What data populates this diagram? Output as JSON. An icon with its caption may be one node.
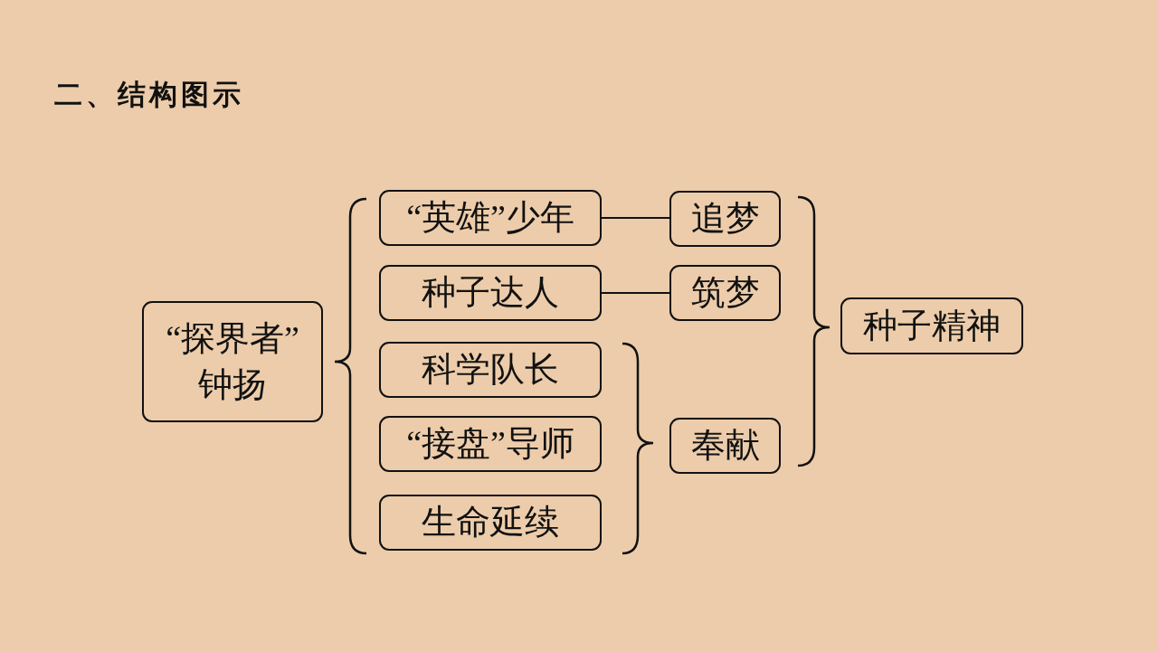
{
  "diagram": {
    "title": "二、结构图示",
    "nodes": [
      {
        "text": [
          "“探界者”钟扬"
        ]
      },
      {
        "text": [
          "“英雄”少年"
        ]
      },
      {
        "text": [
          "种子达人"
        ]
      },
      {
        "text": [
          "科学队长"
        ]
      },
      {
        "text": [
          "“接盘”导师"
        ]
      },
      {
        "text": [
          "生命延续"
        ]
      },
      {
        "text": [
          "追梦"
        ]
      },
      {
        "text": [
          "筑梦"
        ]
      },
      {
        "text": [
          "奉献"
        ]
      },
      {
        "text": [
          "种子精神"
        ]
      }
    ],
    "edges": [
      {
        "from": 1,
        "to": 6,
        "arrow": "none"
      },
      {
        "from": 2,
        "to": 7,
        "arrow": "none"
      }
    ]
  }
}
